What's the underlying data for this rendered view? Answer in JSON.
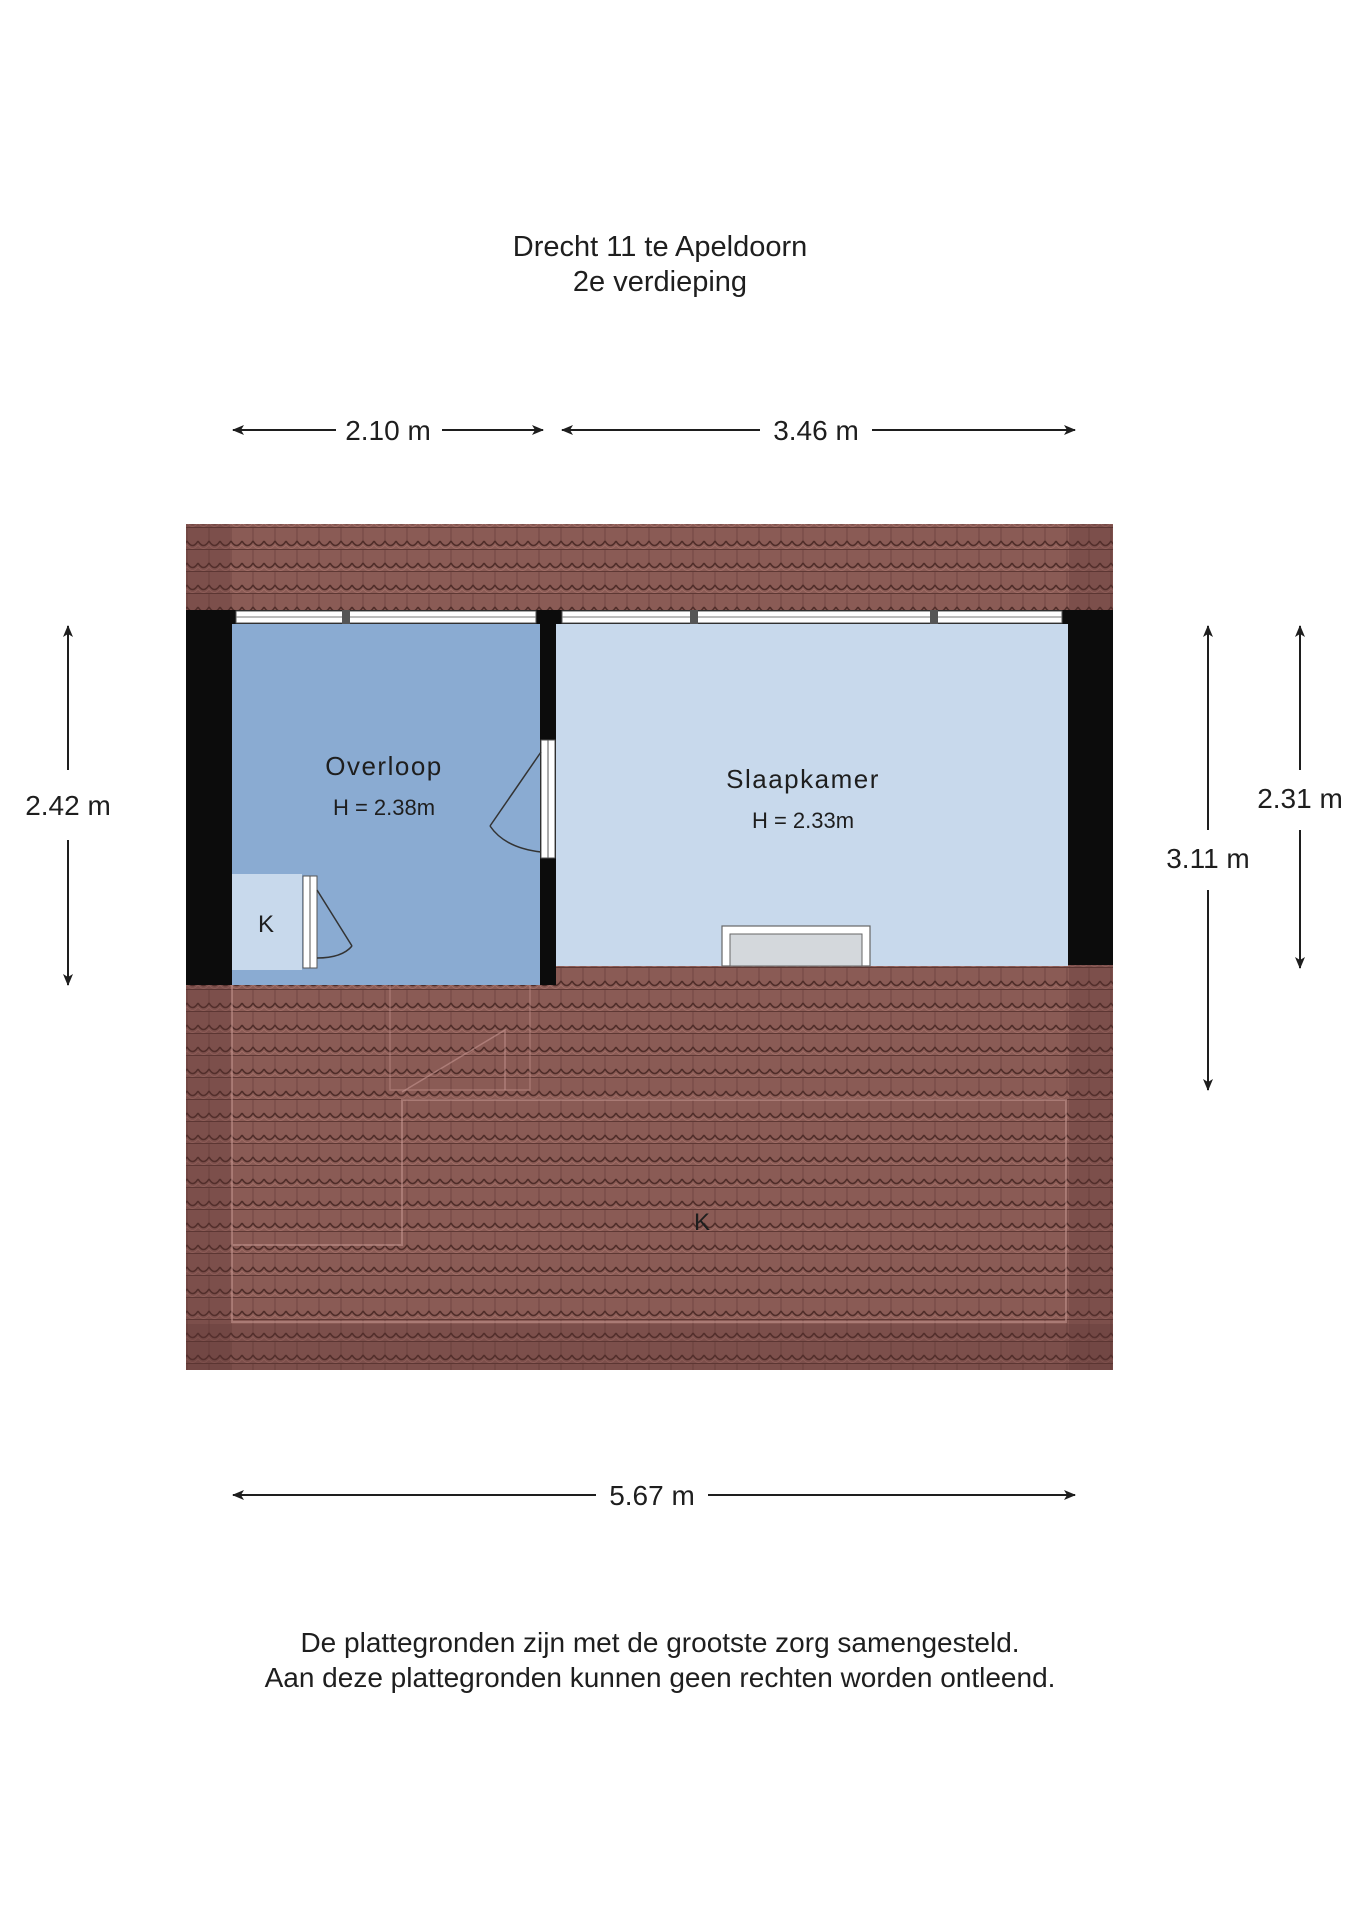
{
  "header": {
    "address": "Drecht 11 te Apeldoorn",
    "floor": "2e verdieping"
  },
  "dimensions": {
    "top_left": "2.10 m",
    "top_right": "3.46 m",
    "left": "2.42 m",
    "right_outer": "2.31 m",
    "right_inner": "3.11 m",
    "bottom": "5.67 m"
  },
  "rooms": {
    "overloop": {
      "name": "Overloop",
      "height": "H = 2.38m"
    },
    "slaapkamer": {
      "name": "Slaapkamer",
      "height": "H = 2.33m"
    },
    "kast_small": {
      "name": "K"
    },
    "kast_large": {
      "name": "K"
    }
  },
  "footer": {
    "line1": "De plattegronden zijn met de grootste zorg samengesteld.",
    "line2": "Aan deze plattegronden kunnen geen rechten worden ontleend."
  },
  "colors": {
    "roof_tile": "#8a5b55",
    "roof_tile_dark": "#5e3834",
    "overloop_fill": "#8aabd2",
    "slaapkamer_fill": "#c8d9ec",
    "wall": "#0c0c0c"
  }
}
